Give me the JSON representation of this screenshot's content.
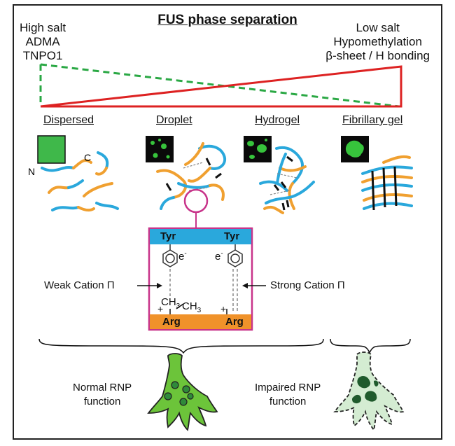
{
  "title": "FUS phase separation",
  "left_conditions": [
    "High salt",
    "ADMA",
    "TNPO1"
  ],
  "right_conditions": [
    "Low salt",
    "Hypomethylation",
    "β-sheet / H bonding"
  ],
  "stages": [
    "Dispersed",
    "Droplet",
    "Hydrogel",
    "Fibrillary gel"
  ],
  "termini": {
    "n": "N",
    "c": "C"
  },
  "inset": {
    "top_left": "Tyr",
    "top_right": "Tyr",
    "bottom_left": "Arg",
    "bottom_right": "Arg",
    "electron": "e",
    "electron_sup": "-",
    "methyl_1": "CH",
    "methyl_sub": "3",
    "methyl_2": "CH",
    "plus": "+"
  },
  "weak_label": "Weak Cation Π",
  "strong_label": "Strong Cation Π",
  "outcomes": {
    "normal_line1": "Normal RNP",
    "normal_line2": "function",
    "impaired_line1": "Impaired RNP",
    "impaired_line2": "function"
  },
  "colors": {
    "green_dashed": "#2aa844",
    "red_line": "#dd2222",
    "blue_chain": "#2aa8dc",
    "orange_chain": "#f0a030",
    "inset_border": "#c8348a",
    "tyr_bar": "#2aa8dc",
    "arg_bar": "#f0922a",
    "neuron_normal": "#6cc43a",
    "neuron_impaired": "#cfe8cf"
  }
}
